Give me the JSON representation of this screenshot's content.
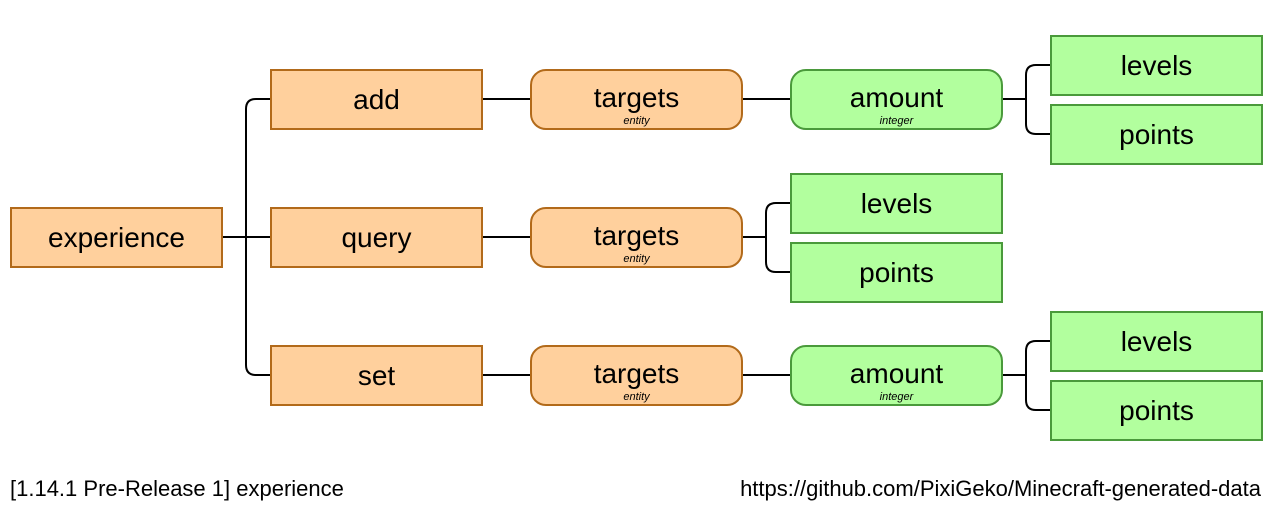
{
  "diagram": {
    "root": "experience",
    "branches": [
      {
        "literal": "add",
        "target": {
          "label": "targets",
          "type": "entity"
        },
        "amount": {
          "label": "amount",
          "type": "integer"
        },
        "options": [
          "levels",
          "points"
        ]
      },
      {
        "literal": "query",
        "target": {
          "label": "targets",
          "type": "entity"
        },
        "options": [
          "levels",
          "points"
        ]
      },
      {
        "literal": "set",
        "target": {
          "label": "targets",
          "type": "entity"
        },
        "amount": {
          "label": "amount",
          "type": "integer"
        },
        "options": [
          "levels",
          "points"
        ]
      }
    ]
  },
  "footer": {
    "version_caption": "[1.14.1 Pre-Release 1] experience",
    "source_url": "https://github.com/PixiGeko/Minecraft-generated-data"
  }
}
